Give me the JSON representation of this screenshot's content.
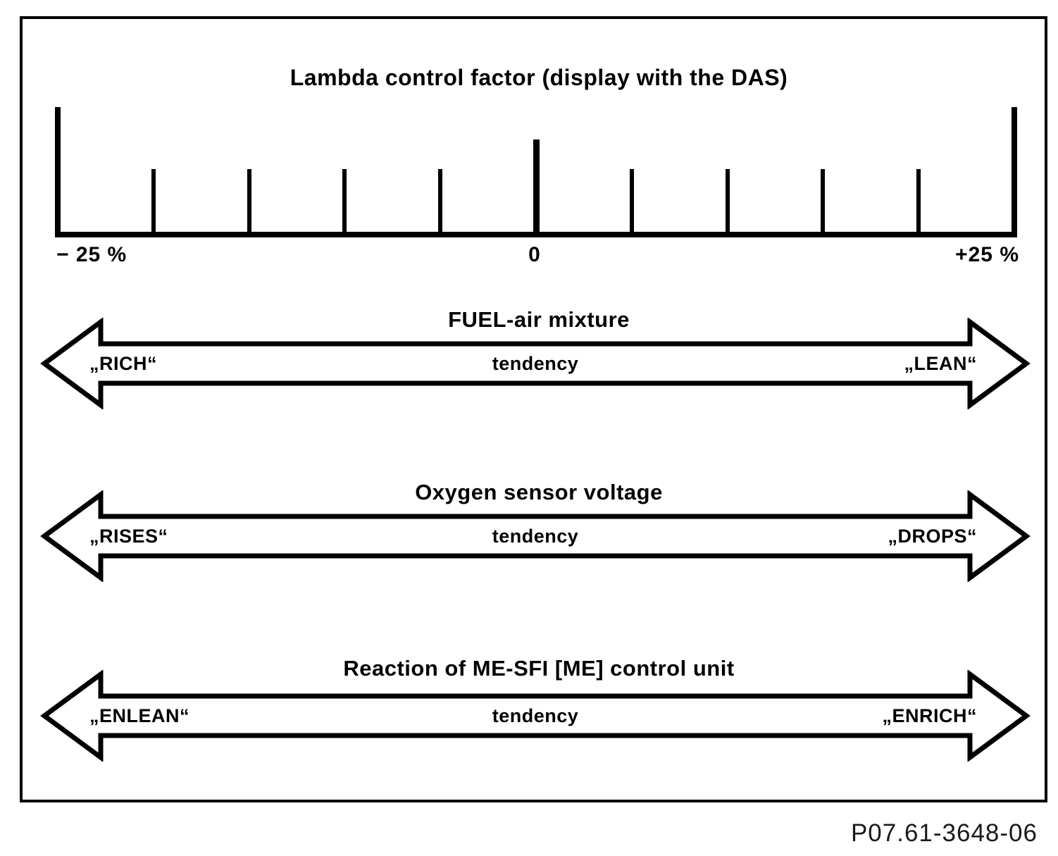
{
  "figure": {
    "title": "Lambda control factor (display with the DAS)",
    "code": "P07.61-3648-06"
  },
  "scale": {
    "unit": "%",
    "min": -25,
    "max": 25,
    "step": 5,
    "labels": {
      "min": "− 25 %",
      "zero": "0",
      "max": "+25 %"
    },
    "ticks": [
      {
        "value": -25,
        "type": "end"
      },
      {
        "value": -20,
        "type": "minor"
      },
      {
        "value": -15,
        "type": "minor"
      },
      {
        "value": -10,
        "type": "minor"
      },
      {
        "value": -5,
        "type": "minor"
      },
      {
        "value": 0,
        "type": "zero"
      },
      {
        "value": 5,
        "type": "minor"
      },
      {
        "value": 10,
        "type": "minor"
      },
      {
        "value": 15,
        "type": "minor"
      },
      {
        "value": 20,
        "type": "minor"
      },
      {
        "value": 25,
        "type": "end"
      }
    ]
  },
  "arrows": [
    {
      "title": "FUEL-air mixture",
      "left_label": "„RICH“",
      "center_label": "tendency",
      "right_label": "„LEAN“"
    },
    {
      "title": "Oxygen sensor voltage",
      "left_label": "„RISES“",
      "center_label": "tendency",
      "right_label": "„DROPS“"
    },
    {
      "title": "Reaction of ME-SFI [ME] control unit",
      "left_label": "„ENLEAN“",
      "center_label": "tendency",
      "right_label": "„ENRICH“"
    }
  ],
  "colors": {
    "ink": "#000000",
    "background": "#ffffff"
  }
}
